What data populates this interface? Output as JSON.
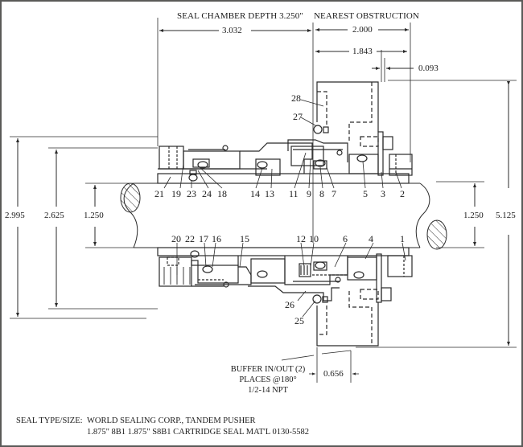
{
  "drawing": {
    "type": "tandem pusher cartridge seal cross-section",
    "header": {
      "seal_chamber_depth": "SEAL CHAMBER DEPTH 3.250\"",
      "nearest_obstruction": "NEAREST OBSTRUCTION"
    },
    "dimensions": {
      "horizontal": {
        "d_3032": "3.032",
        "d_2000": "2.000",
        "d_1843": "1.843",
        "d_0093": "0.093",
        "d_0656": "0.656"
      },
      "vertical": {
        "d_2995": "2.995",
        "d_2625": "2.625",
        "shaft_left": "1.250",
        "shaft_right": "1.250",
        "d_5125": "5.125"
      }
    },
    "callouts_top": [
      "21",
      "19",
      "23",
      "24",
      "18",
      "14",
      "13",
      "11",
      "9",
      "8",
      "7",
      "5",
      "3",
      "2",
      "28",
      "27"
    ],
    "callouts_bottom": [
      "20",
      "22",
      "17",
      "16",
      "15",
      "12",
      "10",
      "6",
      "4",
      "1",
      "26",
      "25"
    ],
    "buffer_note": {
      "line1": "BUFFER IN/OUT (2)",
      "line2": "PLACES @180°",
      "line3": "1/2-14 NPT"
    },
    "title_block": {
      "label": "SEAL TYPE/SIZE:",
      "line1": "WORLD SEALING CORP., TANDEM PUSHER",
      "line2": "1.875\" 8B1 1.875\" S8B1 CARTRIDGE SEAL MAT'L 0130-5582"
    },
    "colors": {
      "line": "#2a2a2a",
      "frame": "#5a5a58",
      "background": "#ffffff"
    }
  }
}
